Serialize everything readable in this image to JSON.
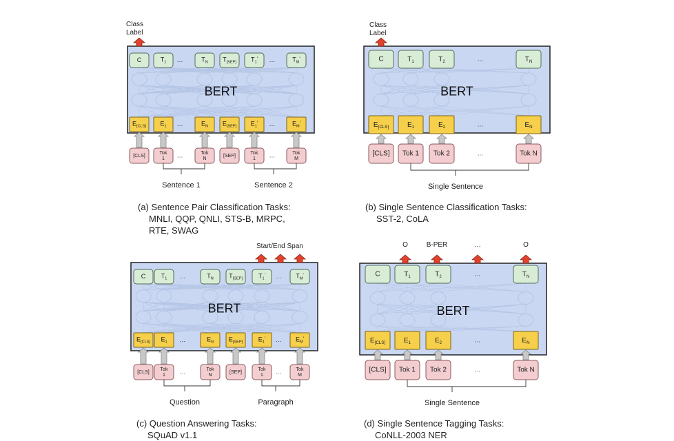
{
  "model_label": "BERT",
  "panels": [
    {
      "id": "a",
      "top_label": "Class\nLabel",
      "top_outputs": [],
      "outputs": [
        "C",
        "T1",
        "…",
        "TN",
        "T[SEP]",
        "T1'",
        "…",
        "TM'"
      ],
      "embeddings": [
        "E[CLS]",
        "E1",
        "…",
        "EN",
        "E[SEP]",
        "E1'",
        "…",
        "EM'"
      ],
      "tokens": [
        "[CLS]",
        "Tok\n1",
        "…",
        "Tok\nN",
        "[SEP]",
        "Tok\n1",
        "…",
        "Tok\nM"
      ],
      "group_labels": [
        "Sentence 1",
        "Sentence 2"
      ],
      "caption": [
        "(a) Sentence Pair Classification Tasks:",
        "MNLI, QQP, QNLI, STS-B, MRPC,",
        "RTE, SWAG"
      ]
    },
    {
      "id": "b",
      "top_label": "Class\nLabel",
      "top_outputs": [],
      "outputs": [
        "C",
        "T1",
        "T2",
        "…",
        "TN"
      ],
      "embeddings": [
        "E[CLS]",
        "E1",
        "E2",
        "…",
        "EN"
      ],
      "tokens": [
        "[CLS]",
        "Tok 1",
        "Tok 2",
        "…",
        "Tok N"
      ],
      "group_labels": [
        "Single Sentence"
      ],
      "caption": [
        "(b) Single Sentence Classification Tasks:",
        "SST-2, CoLA"
      ]
    },
    {
      "id": "c",
      "top_label": "Start/End Span",
      "top_outputs": [],
      "outputs": [
        "C",
        "T1",
        "…",
        "TN",
        "T[SEP]",
        "T1'",
        "…",
        "TM'"
      ],
      "embeddings": [
        "E[CLS]",
        "E1",
        "…",
        "EN",
        "E[SEP]",
        "E1'",
        "…",
        "EM'"
      ],
      "tokens": [
        "[CLS]",
        "Tok\n1",
        "…",
        "Tok\nN",
        "[SEP]",
        "Tok\n1",
        "…",
        "Tok\nM"
      ],
      "group_labels": [
        "Question",
        "Paragraph"
      ],
      "caption": [
        "(c) Question Answering Tasks:",
        "SQuAD v1.1"
      ]
    },
    {
      "id": "d",
      "top_label": "",
      "top_outputs": [
        "O",
        "B-PER",
        "…",
        "O"
      ],
      "outputs": [
        "C",
        "T1",
        "T2",
        "…",
        "TN"
      ],
      "embeddings": [
        "E[CLS]",
        "E1",
        "E2",
        "…",
        "EN"
      ],
      "tokens": [
        "[CLS]",
        "Tok 1",
        "Tok 2",
        "…",
        "Tok N"
      ],
      "group_labels": [
        "Single Sentence"
      ],
      "caption": [
        "(d) Single Sentence Tagging Tasks:",
        "CoNLL-2003 NER"
      ]
    }
  ],
  "colors": {
    "model_fill": "#c9d7f2",
    "model_border": "#222222",
    "output_fill": "#d9ecd6",
    "output_border": "#556b55",
    "embedding_fill": "#f6cf4b",
    "embedding_border": "#7a6418",
    "token_fill": "#f3cdd0",
    "token_border": "#8a5a5e",
    "arrow_red": "#e0432d",
    "arrow_gray": "#c8c8c8"
  }
}
